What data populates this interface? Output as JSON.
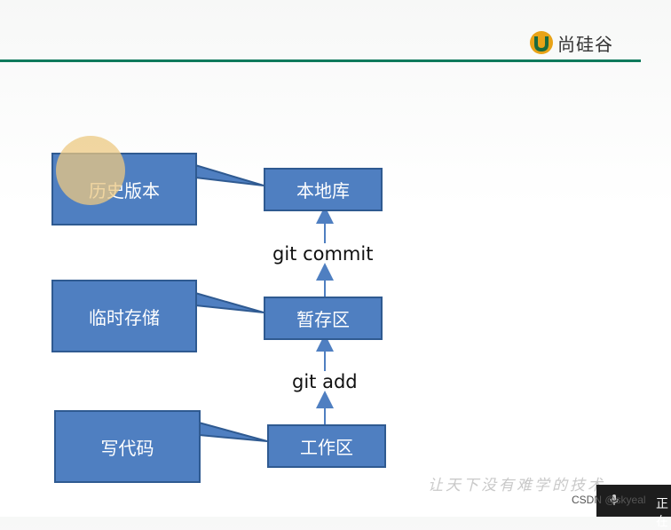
{
  "brand": {
    "name": "尚硅谷"
  },
  "nodes": {
    "repo": "本地库",
    "stage": "暂存区",
    "work": "工作区"
  },
  "callouts": {
    "history": "历史版本",
    "temp": "临时存储",
    "code": "写代码"
  },
  "operations": {
    "commit": "git commit",
    "add": "git add"
  },
  "watermark": "让天下没有难学的技术",
  "footer": {
    "csdn": "CSDN @skyeal",
    "status": "正在"
  },
  "colors": {
    "box_fill": "#4f7fc1",
    "box_border": "#2f5a91",
    "header_line": "#0f7a5c"
  }
}
